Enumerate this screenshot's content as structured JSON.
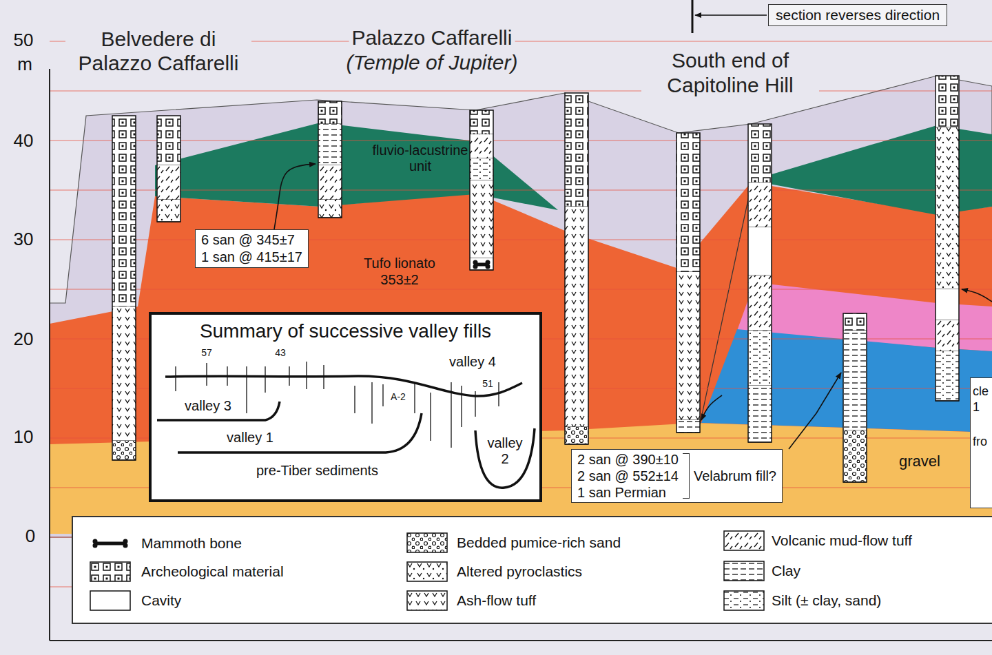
{
  "diagram": {
    "nodes": [
      {
        "text": [
          "section reverses direction"
        ]
      },
      {
        "text": [
          "6 san @ 345±7",
          "1 san @ 415±17"
        ]
      },
      {
        "text": [
          "Summary of successive valley fills"
        ]
      },
      {
        "text": [
          "2 san @ 390±10",
          "2 san @ 552±14",
          "1 san Permian",
          "Velabrum fill?"
        ]
      },
      {
        "text": [
          "cle",
          "1",
          "fro"
        ]
      }
    ],
    "labels": [
      "50",
      "m",
      "40",
      "30",
      "20",
      "10",
      "0",
      "Belvedere di Palazzo Caffarelli",
      "Palazzo Caffarelli",
      "(Temple of Jupiter)",
      "South end of Capitoline Hill",
      "fluvio-lacustrine unit",
      "Tufo lionato",
      "353±2",
      "57",
      "43",
      "valley 4",
      "51",
      "valley 3",
      "A-2",
      "valley 1",
      "valley 2",
      "pre-Tiber sediments",
      "gravel"
    ],
    "legend": [
      {
        "text": "Mammoth bone"
      },
      {
        "text": "Archeological material"
      },
      {
        "text": "Cavity"
      },
      {
        "text": "Bedded pumice-rich sand"
      },
      {
        "text": "Altered pyroclastics"
      },
      {
        "text": "Ash-flow tuff"
      },
      {
        "text": "Volcanic mud-flow tuff"
      },
      {
        "text": "Clay"
      },
      {
        "text": "Silt (± clay, sand)"
      }
    ]
  }
}
